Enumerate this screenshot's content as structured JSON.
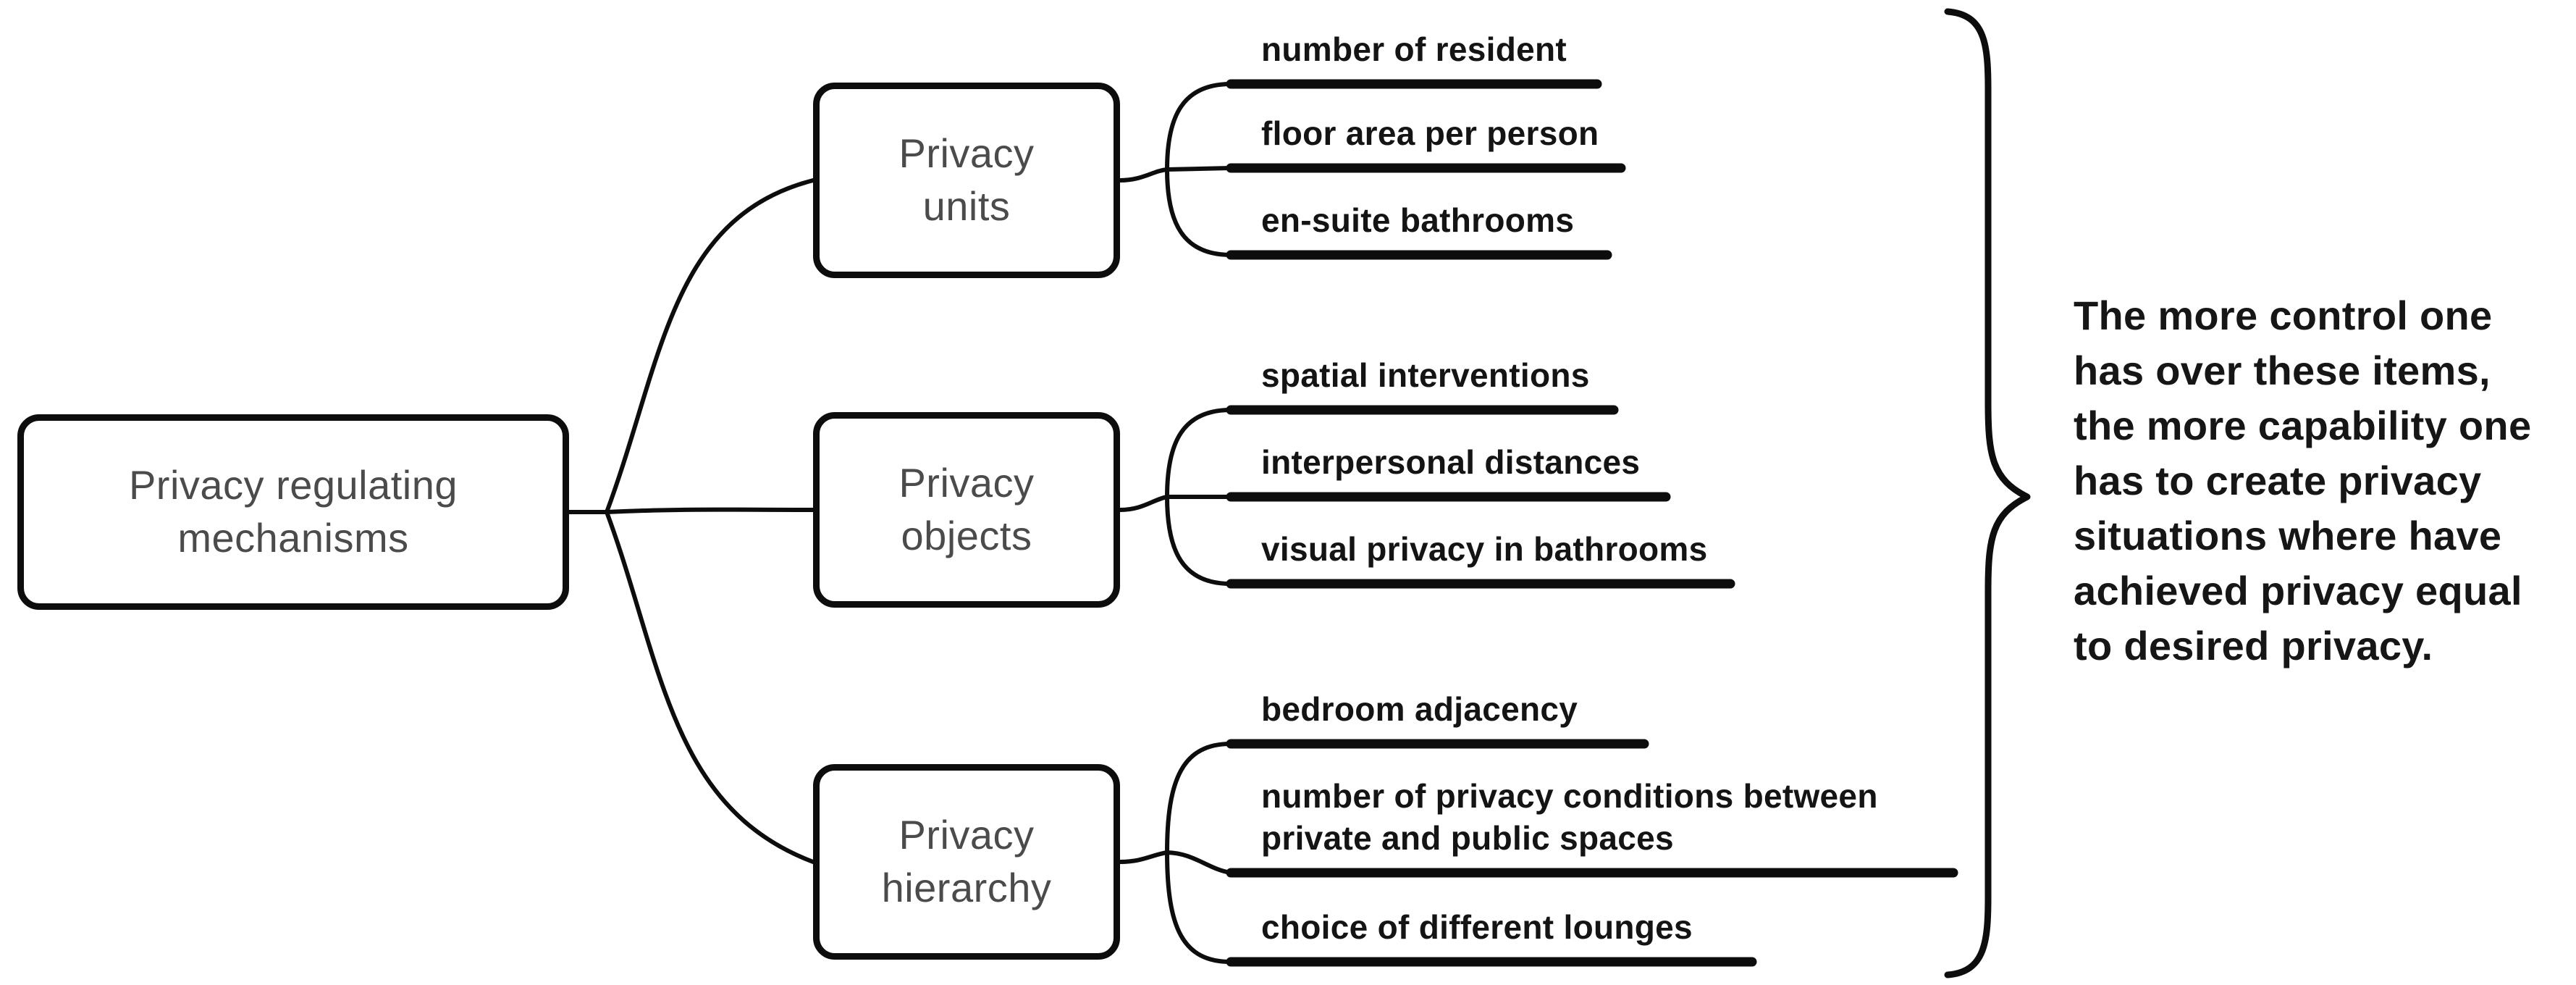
{
  "figure": {
    "background": "#ffffff",
    "stroke_color": "#0d0d0d",
    "node_text_color": "#4b4b4b",
    "leaf_text_color": "#141414"
  },
  "tree": {
    "root": {
      "label": "Privacy regulating\nmechanisms"
    },
    "branches": [
      {
        "label": "Privacy\nunits",
        "leaves": [
          {
            "label": "number of resident"
          },
          {
            "label": "floor area per person"
          },
          {
            "label": "en-suite bathrooms"
          }
        ]
      },
      {
        "label": "Privacy\nobjects",
        "leaves": [
          {
            "label": "spatial interventions"
          },
          {
            "label": "interpersonal distances"
          },
          {
            "label": "visual privacy in bathrooms"
          }
        ]
      },
      {
        "label": "Privacy\nhierarchy",
        "leaves": [
          {
            "label": "bedroom adjacency"
          },
          {
            "label": "number of privacy conditions between\nprivate and public spaces"
          },
          {
            "label": "choice of different lounges"
          }
        ]
      }
    ]
  },
  "annotation": {
    "text": "The more control one\nhas over these items,\nthe more capability one\nhas to create privacy\nsituations where have\nachieved privacy equal\nto desired privacy."
  }
}
